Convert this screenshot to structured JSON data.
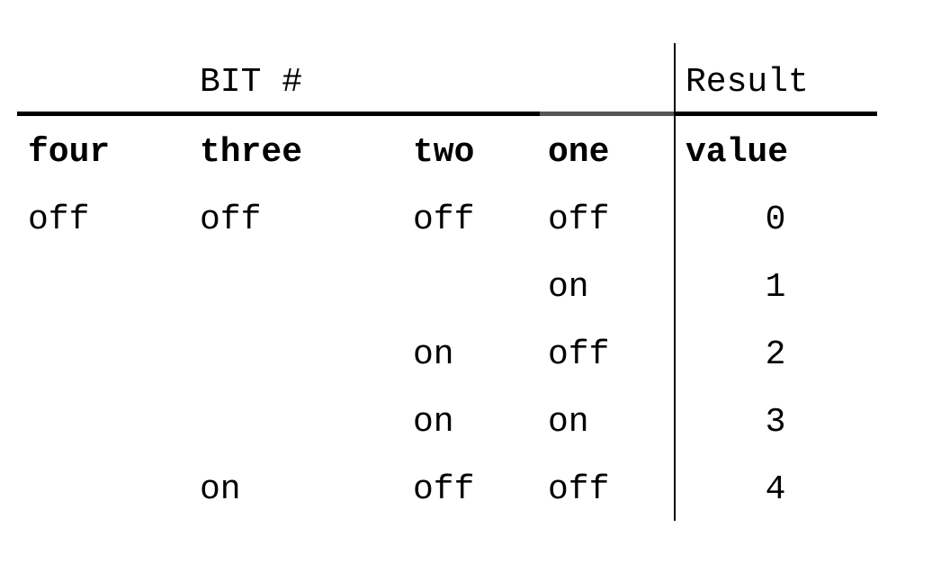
{
  "table": {
    "group_header": "BIT #",
    "result_header": "Result",
    "columns": [
      "four",
      "three",
      "two",
      "one"
    ],
    "value_header": "value",
    "rows": [
      {
        "four": "off",
        "three": "off",
        "two": "off",
        "one": "off",
        "value": "0"
      },
      {
        "four": "",
        "three": "",
        "two": "",
        "one": "on",
        "value": "1"
      },
      {
        "four": "",
        "three": "",
        "two": "on",
        "one": "off",
        "value": "2"
      },
      {
        "four": "",
        "three": "",
        "two": "on",
        "one": "on",
        "value": "3"
      },
      {
        "four": "",
        "three": "on",
        "two": "off",
        "one": "off",
        "value": "4"
      }
    ]
  }
}
